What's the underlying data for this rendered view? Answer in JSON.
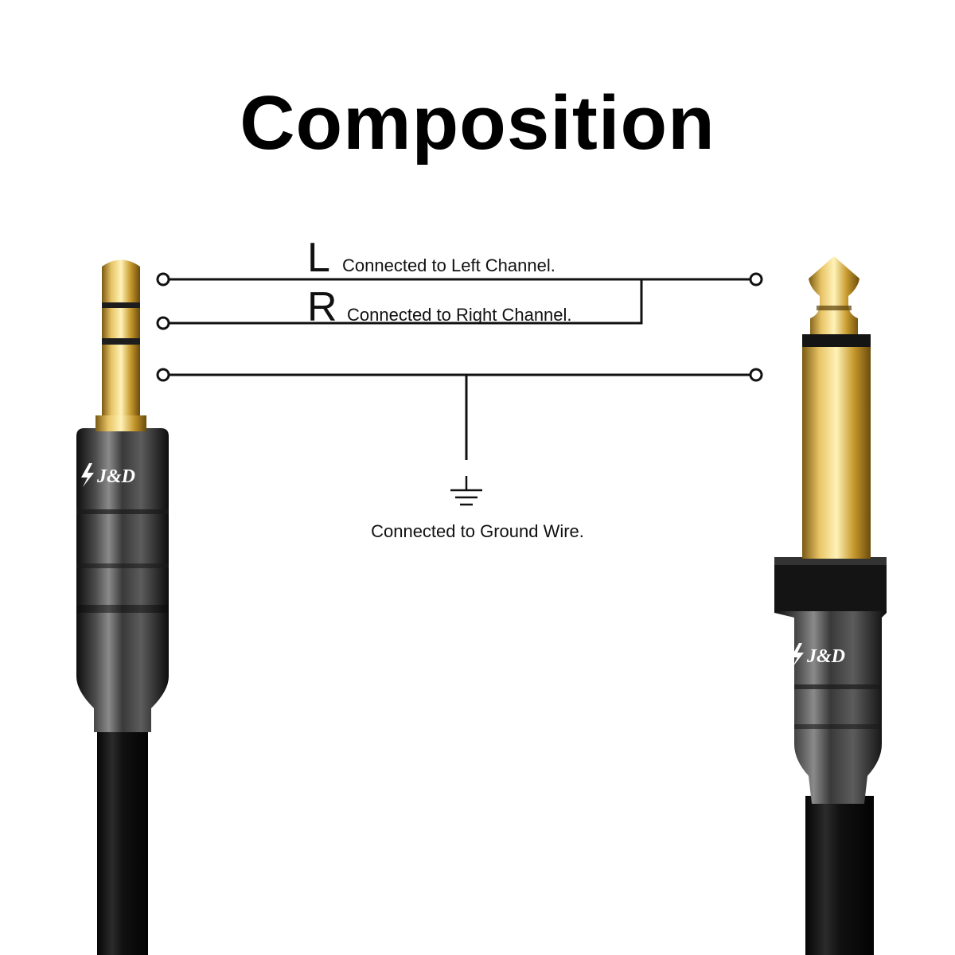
{
  "title": "Composition",
  "labels": {
    "left_letter": "L",
    "left_text": "Connected to Left Channel.",
    "right_letter": "R",
    "right_text": "Connected to Right Channel.",
    "ground_text": "Connected to Ground Wire."
  },
  "brand": {
    "logo_text": "J&D"
  },
  "colors": {
    "gold": "#c9a13a",
    "connector_dark": "#2a2a2a",
    "cable": "#0d0d0d",
    "line": "#111111"
  },
  "icons": [
    "lightning-icon",
    "ground-symbol-icon"
  ]
}
